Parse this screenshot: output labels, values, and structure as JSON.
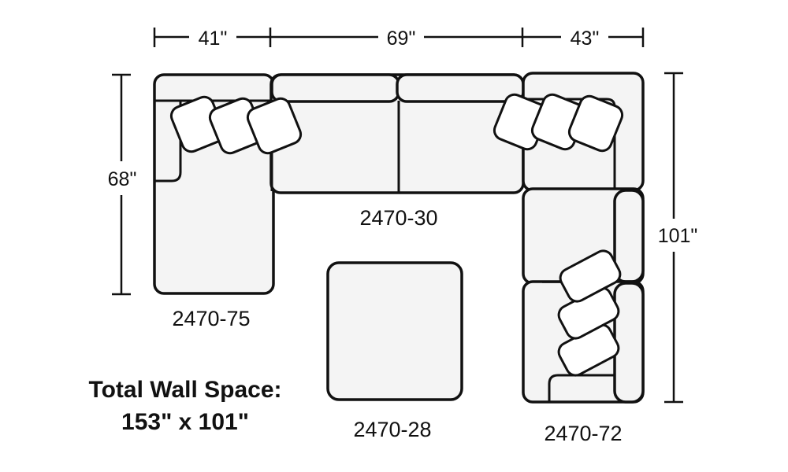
{
  "dimensions": {
    "width_left": "41\"",
    "width_middle": "69\"",
    "width_right": "43\"",
    "depth_left": "68\"",
    "depth_right": "101\""
  },
  "models": {
    "left_chaise": "2470-75",
    "center_section": "2470-30",
    "ottoman": "2470-28",
    "right_section": "2470-72"
  },
  "total": {
    "line1": "Total Wall Space:",
    "line2": "153\" x 101\""
  }
}
